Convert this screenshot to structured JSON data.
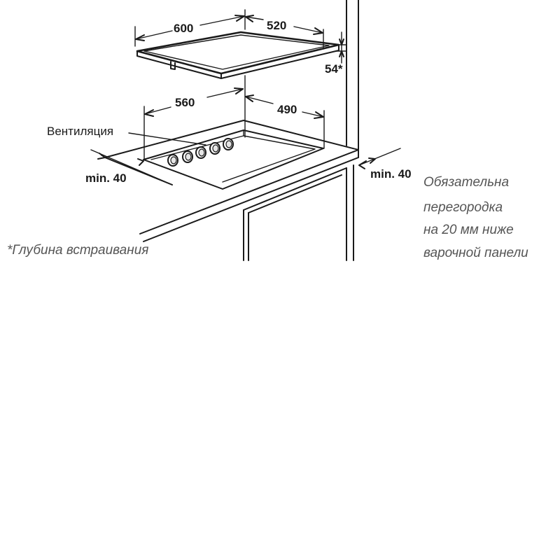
{
  "dimensions": {
    "hob_width": "600",
    "hob_depth": "520",
    "hob_height": "54*",
    "cutout_width": "560",
    "cutout_depth": "490",
    "min_clearance_left": "min. 40",
    "min_clearance_right": "min. 40"
  },
  "labels": {
    "ventilation": "Вентиляция"
  },
  "notes": {
    "depth_note": "*Глубина встраивания",
    "partition_note": [
      "Обязательна",
      "перегородка",
      "на 20 мм ниже",
      "варочной панели"
    ]
  },
  "colors": {
    "line": "#1a1a1a",
    "note_text": "#555555",
    "background": "#ffffff"
  }
}
